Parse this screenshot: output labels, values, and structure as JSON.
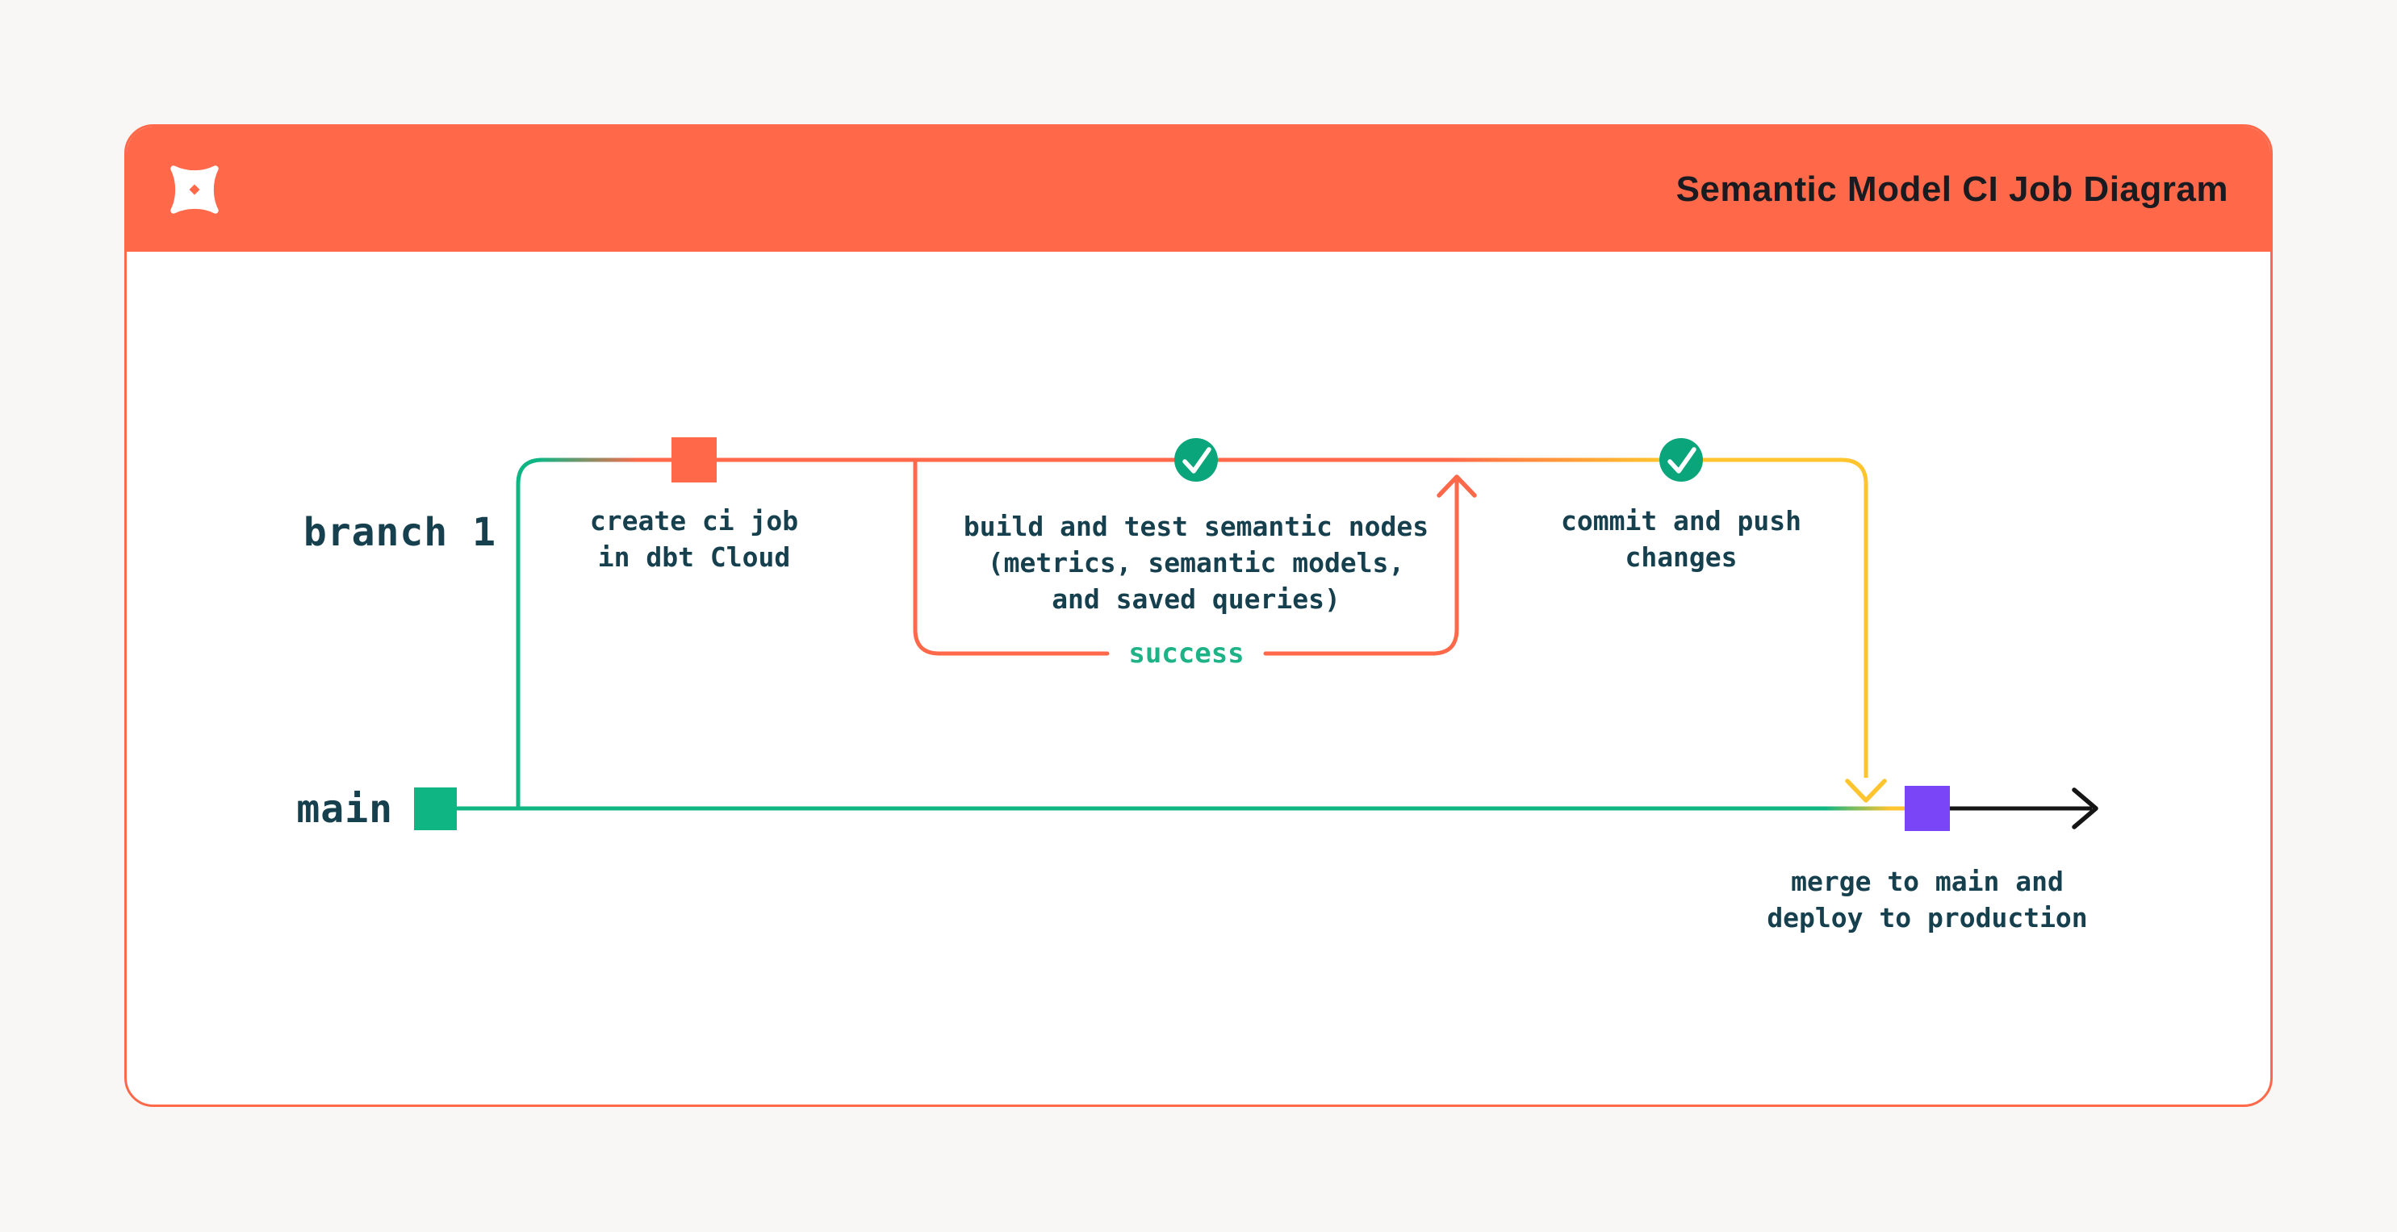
{
  "page": {
    "background": "#F8F7F5"
  },
  "colors": {
    "orange": "#FF694A",
    "green": "#0FB583",
    "check-green": "#0BA57C",
    "success-green": "#1EB286",
    "yellow": "#FFC42E",
    "purple": "#7A45F7",
    "ink": "#17404F",
    "title-ink": "#1A1B20",
    "card-bg": "#FFFFFF",
    "page-bg": "#F8F7F5",
    "arrow-black": "#151515"
  },
  "header": {
    "title": "Semantic Model CI Job Diagram",
    "logo": "dbt-logo"
  },
  "diagram": {
    "branches": [
      {
        "id": "branch-1",
        "label": "branch 1"
      },
      {
        "id": "main",
        "label": "main"
      }
    ],
    "nodes": [
      {
        "id": "main-start",
        "type": "commit-square",
        "color": "#0FB583",
        "label": ""
      },
      {
        "id": "create-ci-job",
        "type": "commit-square",
        "color": "#FF694A",
        "label": "create ci job\nin dbt Cloud"
      },
      {
        "id": "build-and-test",
        "type": "check-circle",
        "color": "#0BA57C",
        "label": "build and test semantic nodes\n(metrics, semantic models,\nand saved queries)"
      },
      {
        "id": "commit-and-push",
        "type": "check-circle",
        "color": "#0BA57C",
        "label": "commit and push\nchanges"
      },
      {
        "id": "merge-deploy",
        "type": "merge-square",
        "color": "#7A45F7",
        "label": "merge to main and\ndeploy to production"
      }
    ],
    "loop": {
      "label": "success"
    }
  }
}
